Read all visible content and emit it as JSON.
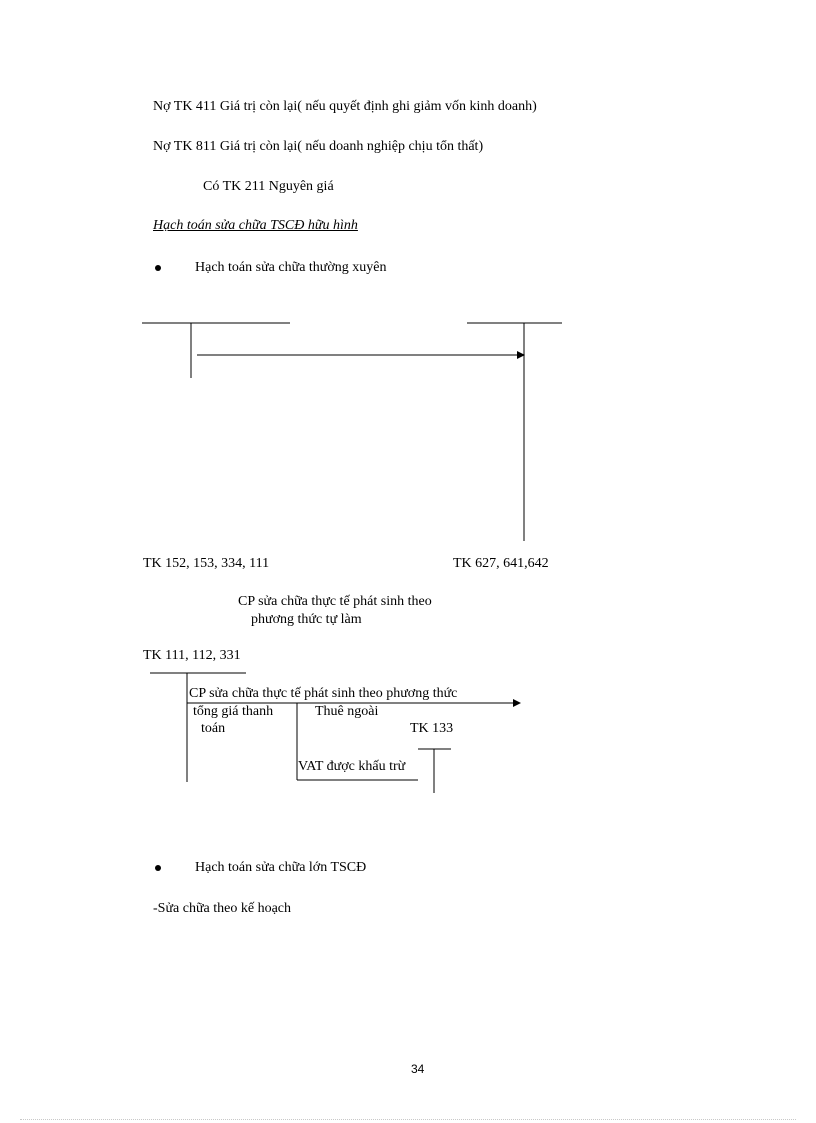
{
  "entries": {
    "line1": "Nợ TK 411    Giá trị còn lại( nếu quyết định ghi giảm vốn kinh doanh)",
    "line2": "Nợ TK 811  Giá trị còn lại( nếu doanh nghiệp chịu tổn thất)",
    "line3": "Có TK 211 Nguyên giá"
  },
  "section_heading": "Hạch toán sửa chữa TSCĐ hữu hình",
  "bullet1": "Hạch toán sửa chữa thường xuyên",
  "diagram1": {
    "left_account": "TK 152, 153, 334, 111",
    "right_account": "TK 627, 641,642",
    "caption_line1": "CP sửa chữa thực tế phát sinh theo",
    "caption_line2": "phương thức tự làm"
  },
  "diagram2": {
    "account": "TK 111, 112, 331",
    "arrow_label": "CP sửa chữa thực tế phát sinh theo phương thức",
    "total_line1": "tổng giá thanh",
    "total_line2": "toán",
    "outsource_label": "Thuê ngoài",
    "vat_account": "TK 133",
    "vat_label": "VAT được khấu trừ"
  },
  "bullet2": "Hạch toán sửa chữa lớn TSCĐ",
  "plan_line": "-Sửa chữa theo kế hoạch",
  "page_number": "34"
}
